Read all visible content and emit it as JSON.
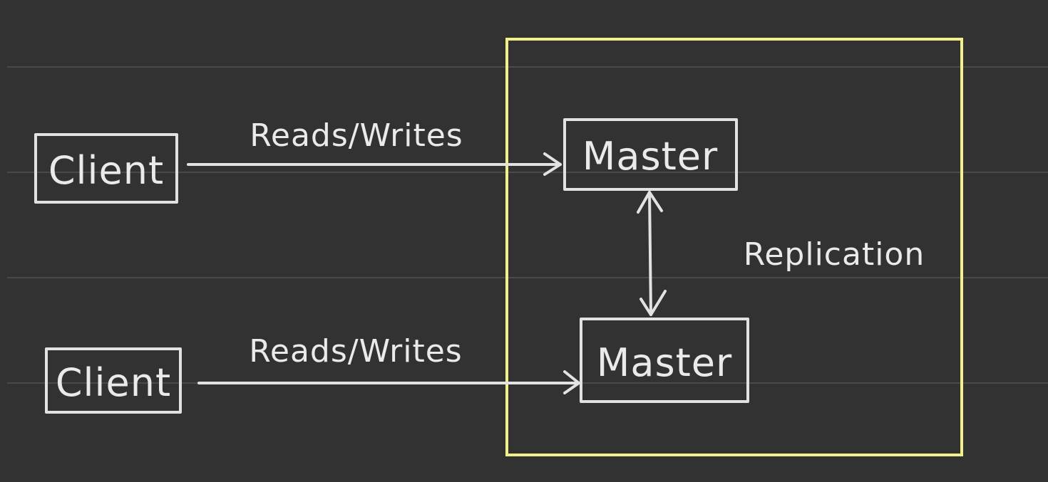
{
  "diagram": {
    "nodes": {
      "client_top": {
        "label": "Client"
      },
      "client_bottom": {
        "label": "Client"
      },
      "master_top": {
        "label": "Master"
      },
      "master_bottom": {
        "label": "Master"
      }
    },
    "edges": {
      "top_rw": {
        "label": "Reads/Writes"
      },
      "bottom_rw": {
        "label": "Reads/Writes"
      },
      "replication": {
        "label": "Replication"
      }
    },
    "colors": {
      "background": "#323232",
      "ink": "#e2e2e2",
      "highlight_frame": "#f3f08a",
      "ruled_lines": "#4a4a4a"
    }
  }
}
